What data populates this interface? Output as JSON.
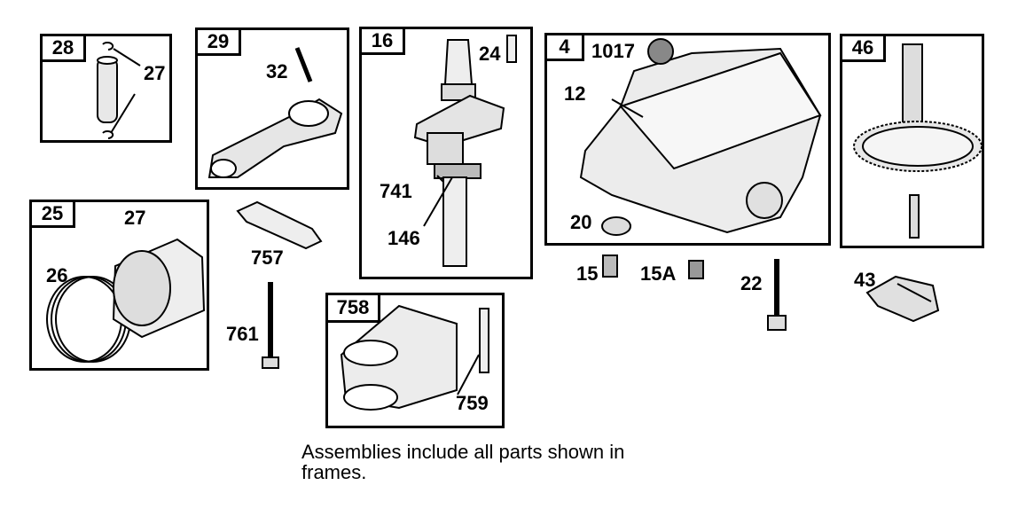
{
  "assemblies": [
    {
      "id": "28",
      "parts": [
        "27"
      ]
    },
    {
      "id": "29",
      "parts": [
        "32"
      ]
    },
    {
      "id": "16",
      "parts": [
        "24",
        "741",
        "146"
      ]
    },
    {
      "id": "4",
      "parts": [
        "1017",
        "12",
        "20"
      ]
    },
    {
      "id": "46",
      "parts": []
    },
    {
      "id": "25",
      "parts": [
        "27",
        "26"
      ]
    },
    {
      "id": "758",
      "parts": [
        "759"
      ]
    }
  ],
  "loose_parts": [
    "757",
    "761",
    "15",
    "15A",
    "22",
    "43"
  ],
  "note": "Assemblies include all parts shown in frames."
}
